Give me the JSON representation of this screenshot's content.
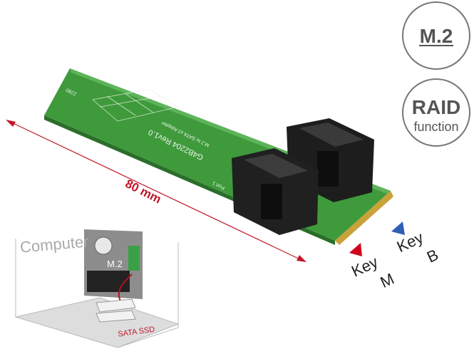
{
  "badges": {
    "m2": "M.2",
    "raid": "RAID",
    "function": "function"
  },
  "dimension": "80 mm",
  "keys": {
    "key_m_word": "Key",
    "key_m_letter": "M",
    "key_b_word": "Key",
    "key_b_letter": "B",
    "key_m_color": "#d0021b",
    "key_b_color": "#2e5fb4"
  },
  "inset": {
    "title": "Computer",
    "m2_label": "M.2",
    "ssd_label": "SATA SSD"
  },
  "board": {
    "model": "G4B2204 Rev1.0",
    "description": "M.2 to SATA x2 Adapter",
    "port": "Port 1",
    "size": "2280"
  }
}
